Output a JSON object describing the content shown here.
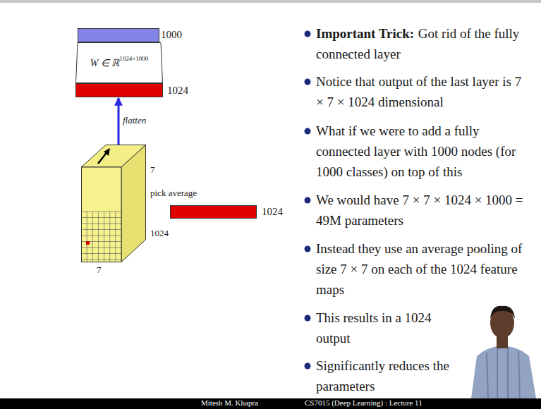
{
  "diagram": {
    "nodes": [
      {
        "text": [
          "1000"
        ]
      },
      {
        "text": [
          "W ∈ ℝ",
          "1024×1000"
        ]
      },
      {
        "text": [
          "1024"
        ]
      },
      {
        "text": [
          "7",
          "1024",
          "7"
        ]
      },
      {
        "text": [
          "1024"
        ]
      },
      {
        "text": [
          "Mitesh M. Khapra",
          "CS7015 (Deep Learning) : Lecture 11"
        ]
      }
    ],
    "edges": [
      {
        "from": 3,
        "to": 2,
        "arrow": "to",
        "label": "flatten"
      }
    ],
    "labels": [
      "pick average",
      "Important Trick:",
      "Got rid of the fully connected layer",
      "Notice that output of the last layer is 7 × 7 × 1024 dimensional",
      "What if we were to add a fully connected layer with 1000 nodes (for 1000 classes) on top of this",
      "We would have 7 × 7 × 1024 × 1000 = 49M parameters",
      "Instead they use an average pooling of size 7 × 7 on each of the 1024 feature maps",
      "This results in a 1024 output",
      "Significantly reduces the parameters"
    ]
  }
}
